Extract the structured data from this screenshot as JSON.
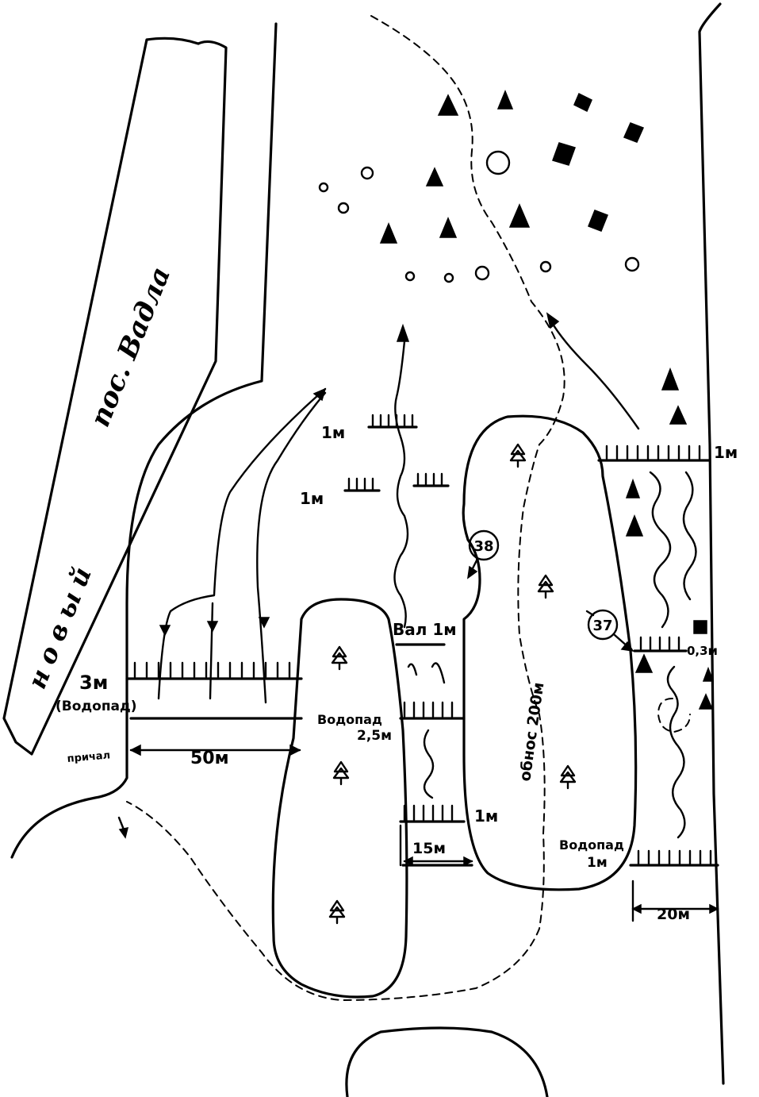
{
  "settlement": {
    "line1": "новый",
    "line2": "пос. Вадла"
  },
  "labels": {
    "height_3m": "3м",
    "waterfall_paren": "(Водопад)",
    "pier": "причал",
    "width_50m": "50м",
    "height_1m_a": "1м",
    "height_1m_b": "1м",
    "height_1m_c": "1м",
    "height_1m_d": "1м",
    "shaft": "Вал 1м",
    "waterfall_25": "Водопад",
    "waterfall_25_h": "2,5м",
    "width_15m": "15м",
    "bypass": "обнос 200м",
    "waterfall_1": "Водопад",
    "waterfall_1_h": "1м",
    "width_20m": "20м",
    "height_03m": "0,3м"
  },
  "markers": [
    {
      "id": "38",
      "label": "38"
    },
    {
      "id": "37",
      "label": "37"
    }
  ],
  "colors": {
    "ink": "#000000",
    "paper": "#ffffff"
  }
}
